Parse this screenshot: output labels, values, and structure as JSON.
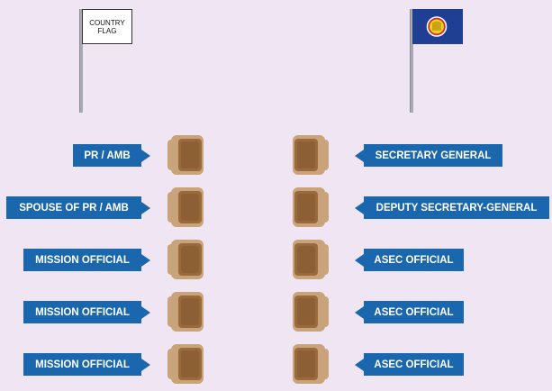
{
  "flags": {
    "country_label": "COUNTRY\nFLAG",
    "country_label_line1": "COUNTRY",
    "country_label_line2": "FLAG",
    "asean_icon": "asean-emblem-icon"
  },
  "left_side": {
    "labels": [
      "PR / AMB",
      "SPOUSE OF PR / AMB",
      "MISSION OFFICIAL",
      "MISSION OFFICIAL",
      "MISSION OFFICIAL"
    ]
  },
  "right_side": {
    "labels": [
      "SECRETARY GENERAL",
      "DEPUTY SECRETARY-GENERAL",
      "ASEC OFFICIAL",
      "ASEC OFFICIAL",
      "ASEC OFFICIAL"
    ]
  },
  "colors": {
    "background": "#f0e6f3",
    "label_blue": "#1a67ad",
    "chair_frame": "#c9a47a",
    "chair_seat": "#9a6a3c",
    "asean_flag_blue": "#1f3f95"
  }
}
